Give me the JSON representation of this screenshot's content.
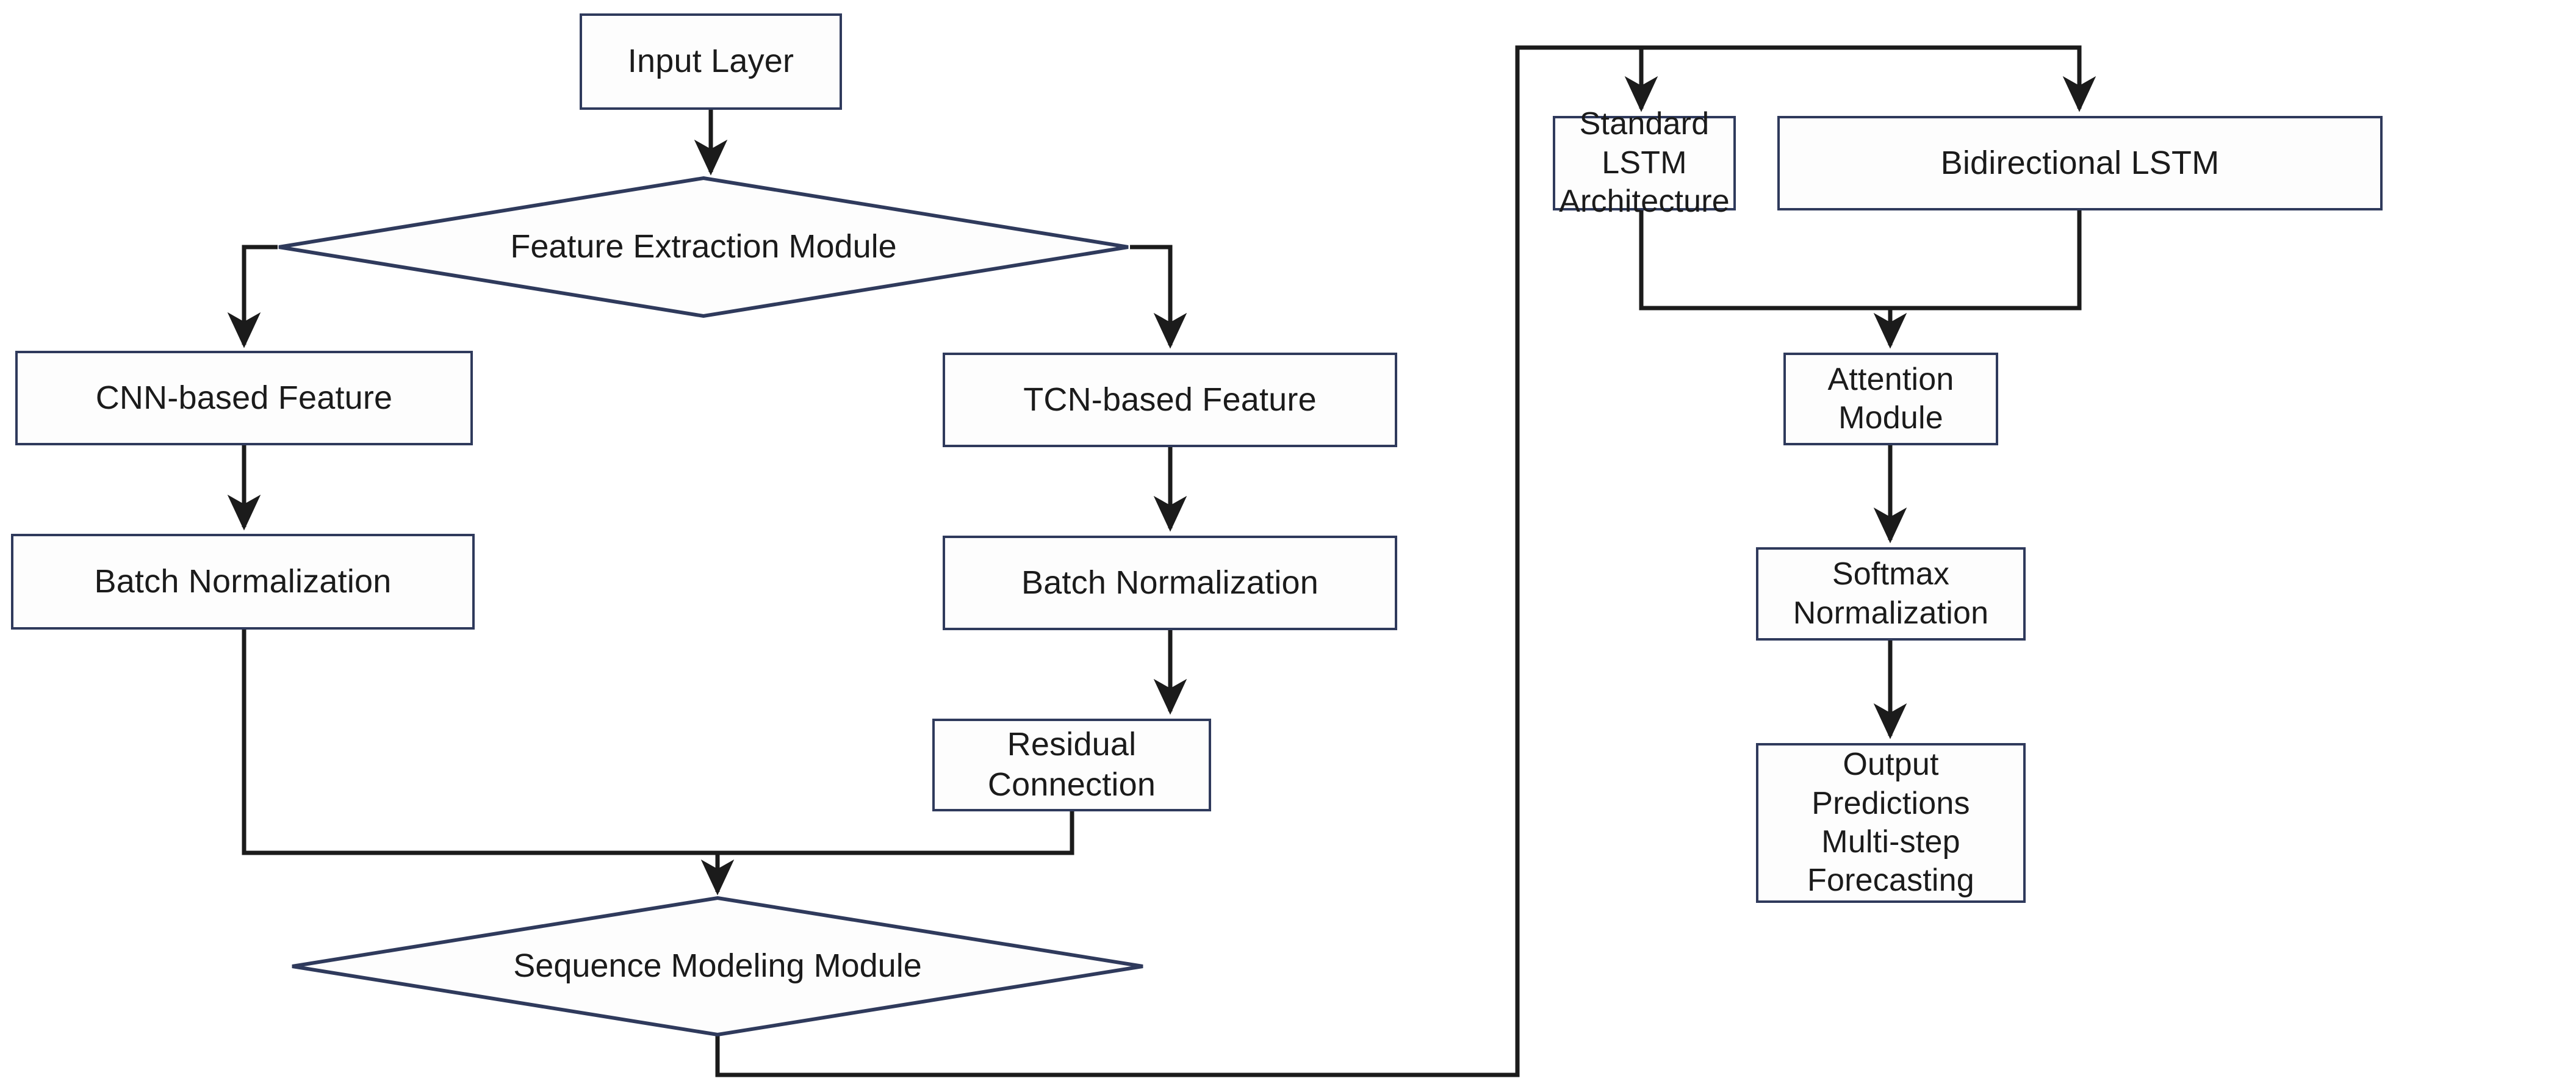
{
  "diagram": {
    "title": "Hybrid CNN-TCN-LSTM Forecasting Architecture",
    "colors": {
      "node_border": "#2f3a5c",
      "node_fill": "#fdfdfd",
      "edge": "#1b1b1b",
      "text": "#1b1b1b",
      "background": "#ffffff"
    },
    "nodes": {
      "input_layer": {
        "label": "Input Layer",
        "shape": "rectangle"
      },
      "feature_extraction_module": {
        "label": "Feature Extraction Module",
        "shape": "diamond"
      },
      "cnn_based_feature": {
        "label": "CNN-based Feature",
        "shape": "rectangle"
      },
      "tcn_based_feature": {
        "label": "TCN-based Feature",
        "shape": "rectangle"
      },
      "batch_normalization_left": {
        "label": "Batch Normalization",
        "shape": "rectangle"
      },
      "batch_normalization_right": {
        "label": "Batch Normalization",
        "shape": "rectangle"
      },
      "residual_connection": {
        "label": "Residual Connection",
        "shape": "rectangle"
      },
      "sequence_modeling_module": {
        "label": "Sequence Modeling Module",
        "shape": "diamond"
      },
      "standard_lstm_architecture": {
        "label": "Standard LSTM\nArchitecture",
        "shape": "rectangle"
      },
      "bidirectional_lstm": {
        "label": "Bidirectional LSTM",
        "shape": "rectangle"
      },
      "attention_module": {
        "label": "Attention Module",
        "shape": "rectangle"
      },
      "softmax_normalization": {
        "label": "Softmax Normalization",
        "shape": "rectangle"
      },
      "output_predictions": {
        "label": "Output Predictions\nMulti-step Forecasting",
        "shape": "rectangle"
      }
    },
    "edges": [
      {
        "from": "input_layer",
        "to": "feature_extraction_module",
        "arrow": true
      },
      {
        "from": "feature_extraction_module",
        "to": "cnn_based_feature",
        "arrow": true
      },
      {
        "from": "feature_extraction_module",
        "to": "tcn_based_feature",
        "arrow": true
      },
      {
        "from": "cnn_based_feature",
        "to": "batch_normalization_left",
        "arrow": true
      },
      {
        "from": "tcn_based_feature",
        "to": "batch_normalization_right",
        "arrow": true
      },
      {
        "from": "batch_normalization_right",
        "to": "residual_connection",
        "arrow": true
      },
      {
        "from": "batch_normalization_left",
        "to": "sequence_modeling_module",
        "arrow": true
      },
      {
        "from": "residual_connection",
        "to": "sequence_modeling_module",
        "arrow": true
      },
      {
        "from": "sequence_modeling_module",
        "to": "standard_lstm_architecture",
        "arrow": true
      },
      {
        "from": "sequence_modeling_module",
        "to": "bidirectional_lstm",
        "arrow": true
      },
      {
        "from": "standard_lstm_architecture",
        "to": "attention_module",
        "arrow": true
      },
      {
        "from": "bidirectional_lstm",
        "to": "attention_module",
        "arrow": true
      },
      {
        "from": "attention_module",
        "to": "softmax_normalization",
        "arrow": true
      },
      {
        "from": "softmax_normalization",
        "to": "output_predictions",
        "arrow": true
      }
    ]
  }
}
